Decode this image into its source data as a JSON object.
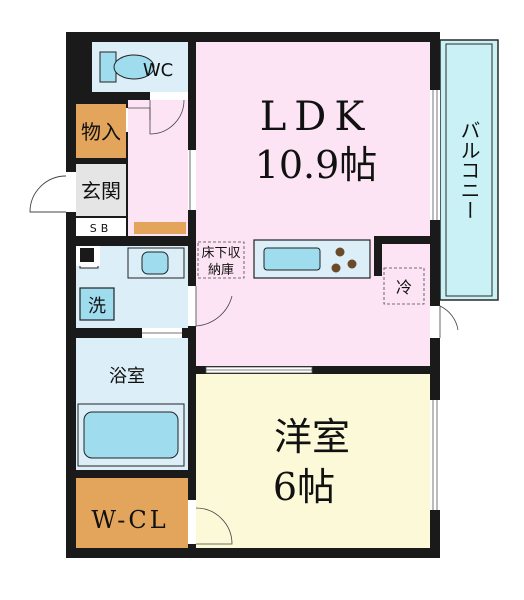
{
  "floorplan": {
    "rooms": {
      "wc": {
        "label": "WC"
      },
      "storage": {
        "label": "物入"
      },
      "entrance": {
        "label": "玄関"
      },
      "shoe_box": {
        "label": "SB"
      },
      "laundry": {
        "label": "洗"
      },
      "bathroom": {
        "label": "浴室"
      },
      "walk_in_closet": {
        "label": "W-CL"
      },
      "ldk": {
        "name": "LDK",
        "size": "10.9帖"
      },
      "western_room": {
        "name": "洋室",
        "size": "6帖"
      },
      "balcony": {
        "label": "バルコニー"
      },
      "underfloor_storage": {
        "line1": "床下収",
        "line2": "納庫"
      },
      "fridge": {
        "label": "冷"
      }
    },
    "colors": {
      "wall": "#1a1a1a",
      "ldk": "#fde4f5",
      "western_room": "#fbf9d8",
      "wet_area": "#dceef8",
      "balcony": "#c9f1f6",
      "storage": "#e2a55b",
      "entrance": "#e5e5e5",
      "kitchen_counter": "#9fdcee",
      "stove": "#6b4a2a"
    }
  }
}
